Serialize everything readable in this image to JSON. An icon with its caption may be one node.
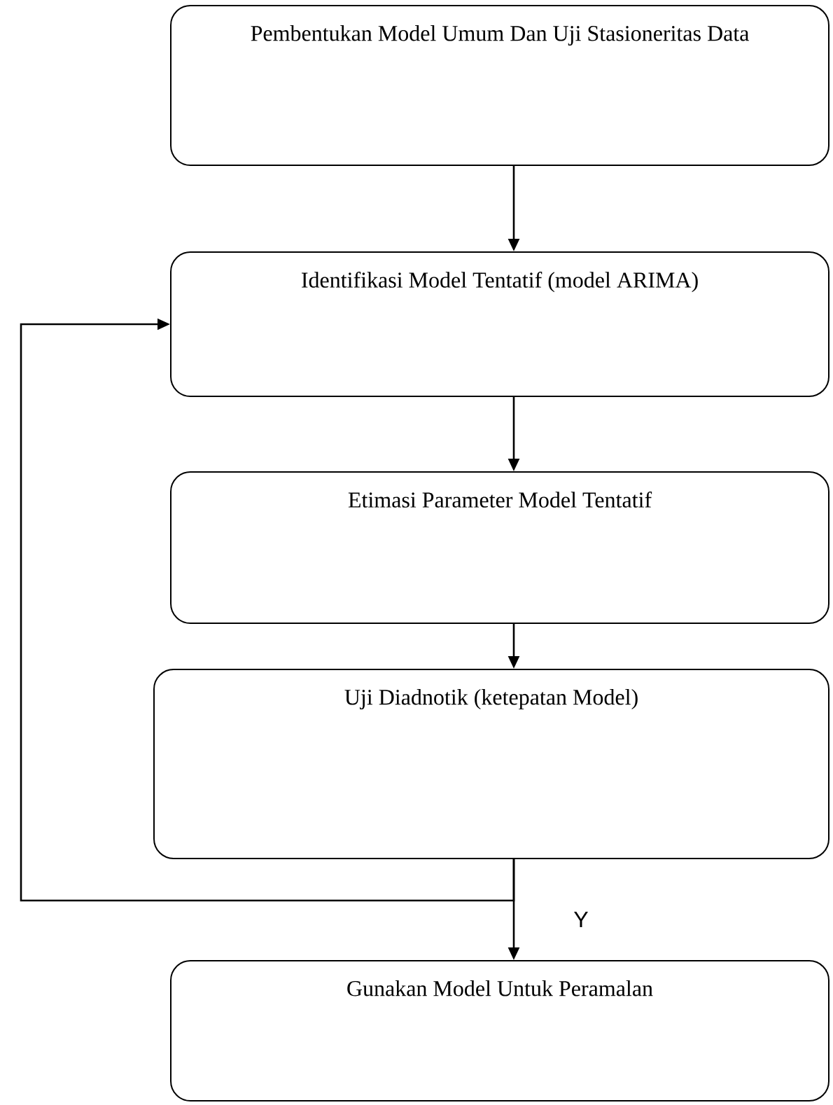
{
  "diagram": {
    "nodes": [
      {
        "text": [
          "Pembentukan Model Umum Dan Uji Stasioneritas Data"
        ]
      },
      {
        "text": [
          "Identifikasi Model Tentatif  (model ARIMA)"
        ]
      },
      {
        "text": [
          "Etimasi Parameter Model Tentatif"
        ]
      },
      {
        "text": [
          "Uji Diadnotik (ketepatan Model)"
        ]
      },
      {
        "text": [
          "Gunakan Model Untuk Peramalan"
        ]
      }
    ],
    "edges": [
      {
        "from": 0,
        "to": 1,
        "arrow": "to"
      },
      {
        "from": 1,
        "to": 2,
        "arrow": "to"
      },
      {
        "from": 2,
        "to": 3,
        "arrow": "to"
      },
      {
        "from": 3,
        "to": 4,
        "arrow": "to",
        "label": "Y"
      },
      {
        "from": 3,
        "to": 1,
        "arrow": "to"
      }
    ]
  }
}
